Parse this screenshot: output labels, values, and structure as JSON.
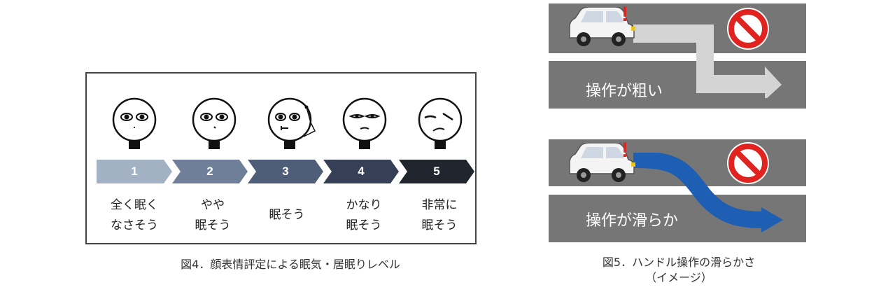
{
  "figure4": {
    "caption": "図4．顔表情評定による眠気・居眠りレベル",
    "levels": [
      {
        "number": "1",
        "label_line1": "全く眠く",
        "label_line2": "なさそう",
        "color": "#a3b1c4"
      },
      {
        "number": "2",
        "label_line1": "やや",
        "label_line2": "眠そう",
        "color": "#6f7f99"
      },
      {
        "number": "3",
        "label_line1": "眠そう",
        "label_line2": "",
        "color": "#4e5d78"
      },
      {
        "number": "4",
        "label_line1": "かなり",
        "label_line2": "眠そう",
        "color": "#353f56"
      },
      {
        "number": "5",
        "label_line1": "非常に",
        "label_line2": "眠そう",
        "color": "#20252e"
      }
    ]
  },
  "figure5": {
    "caption_line1": "図5．ハンドル操作の滑らかさ",
    "caption_line2": "（イメージ）",
    "top_panel_text": "操作が粗い",
    "bottom_panel_text": "操作が滑らか",
    "exclamation": "!",
    "colors": {
      "road": "#767676",
      "rough_arrow": "#d4d4d4",
      "smooth_arrow": "#1e5fb3",
      "no_entry": "#e0231e"
    }
  }
}
